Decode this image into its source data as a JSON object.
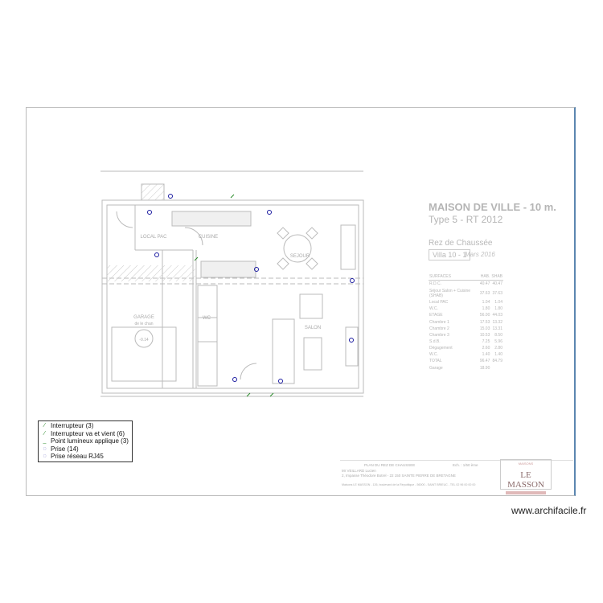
{
  "project": {
    "title": "MAISON DE VILLE - 10 m.",
    "type": "Type   5 - RT 2012",
    "level": "Rez de Chaussée",
    "villa": "Villa 10 - 1",
    "date": "Mars 2016"
  },
  "surfaces": {
    "headers": [
      "SURFACES",
      "HAB.",
      "SHAB"
    ],
    "rows": [
      [
        "R.D.C.",
        "40.47",
        "40.47"
      ],
      [
        "Séjour Salon + Cuisine (SHAB)",
        "37.63",
        "37.63"
      ],
      [
        "Local PAC",
        "1.04",
        "1.04"
      ],
      [
        "W.C.",
        "1.80",
        "1.80"
      ],
      [
        "ETAGE",
        "56.00",
        "44.03"
      ],
      [
        "Chambre 1",
        "17.53",
        "13.32"
      ],
      [
        "Chambre 2",
        "15.03",
        "13.31"
      ],
      [
        "Chambre 3",
        "10.53",
        "8.50"
      ],
      [
        "S.d.B.",
        "7.25",
        "5.96"
      ],
      [
        "Dégagement",
        "2.60",
        "2.80"
      ],
      [
        "W.C.",
        "1.40",
        "1.40"
      ],
      [
        "TOTAL",
        "96.47",
        "84.79"
      ],
      [
        "Garage",
        "18.90",
        ""
      ]
    ]
  },
  "rooms": {
    "local_pac": "LOCAL PAC",
    "cuisine": "CUISINE",
    "sejour": "SEJOUR",
    "garage": "GARAGE",
    "garage_sub": "de le chan",
    "garage_level": "-0.14",
    "wc": "WC",
    "salon": "SALON"
  },
  "legend": [
    {
      "label": "Interrupteur (3)",
      "icon": "switch-icon",
      "color": "#2a8a2a"
    },
    {
      "label": "Interrupteur va et vient (6)",
      "icon": "two-way-switch-icon",
      "color": "#2a8a2a"
    },
    {
      "label": "Point lumineux applique (3)",
      "icon": "wall-light-icon",
      "color": "#2a8a2a"
    },
    {
      "label": "Prise (14)",
      "icon": "outlet-icon",
      "color": "#1a1aa0"
    },
    {
      "label": "Prise réseau RJ45",
      "icon": "rj45-outlet-icon",
      "color": "#1a1aa0"
    }
  ],
  "cartouche": {
    "plan": "PLAN DU REZ DE CHAUSSEE",
    "scale": "Ech. : 1/50 ème",
    "client": "Mr VEILLARD Lucien",
    "address": "2, Impasse Théodore Botrel - 22 150 SAINTE PIERRE DE BRETAGNE",
    "footer": "Maisons LE MASSON - 126, boulevard de la République - 56000 - SAINT BRIEUC - TEL 02 96 00 00 00",
    "logo_top": "MAISONS",
    "logo": "LE MASSON"
  },
  "watermark": "www.archifacile.fr"
}
